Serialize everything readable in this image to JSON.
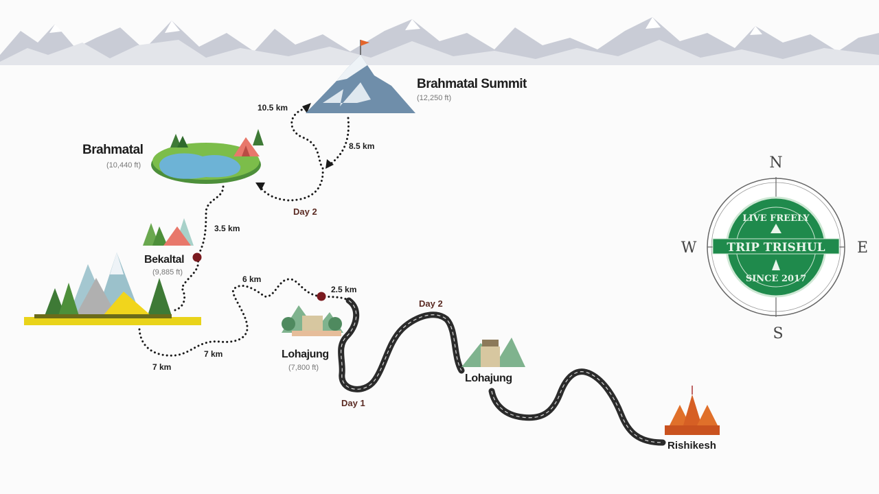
{
  "colors": {
    "background": "#fbfbfb",
    "trail": "#1a1a1a",
    "road": "#2b2b2b",
    "day_label": "#5a2a22",
    "stop_marker": "#7a1a1f",
    "stamp_green": "#1f8a4c",
    "mountains": "#c9ccd6"
  },
  "locations": {
    "summit": {
      "name": "Brahmatal Summit",
      "altitude": "(12,250 ft)",
      "icon": "snow-peak-with-flag-icon"
    },
    "brahmatal": {
      "name": "Brahmatal",
      "altitude": "(10,440 ft)",
      "icon": "lake-with-tent-icon"
    },
    "bekaltal": {
      "name": "Bekaltal",
      "altitude": "(9,885 ft)",
      "icon": "forest-tent-icon"
    },
    "lohajung_trek": {
      "name": "Lohajung",
      "altitude": "(7,800 ft)",
      "icon": "village-icon"
    },
    "lohajung_road": {
      "name": "Lohajung",
      "icon": "village-icon"
    },
    "rishikesh": {
      "name": "Rishikesh",
      "icon": "temple-icon"
    }
  },
  "distances": {
    "summit_up": "10.5 km",
    "summit_down": "8.5 km",
    "bekaltal_brahmatal": "3.5 km",
    "six": "6 km",
    "two_five": "2.5 km",
    "seven_a": "7 km",
    "seven_b": "7 km"
  },
  "days": {
    "trek_day2": "Day 2",
    "road_day2": "Day 2",
    "road_day1": "Day 1"
  },
  "compass": {
    "north": "N",
    "east": "E",
    "south": "S",
    "west": "W",
    "logo_top": "LIVE FREELY",
    "logo_name": "TRIP TRISHUL",
    "logo_bottom": "SINCE 2017"
  }
}
